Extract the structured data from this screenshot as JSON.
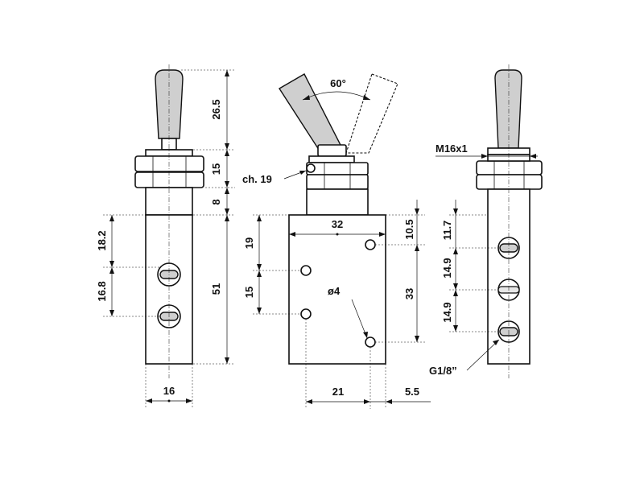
{
  "drawing": {
    "angle_label": "60°",
    "labels": {
      "lever_height": "26.5",
      "nut_height": "15",
      "neck_height": "8",
      "port_top": "18.2",
      "port_pitch_left": "16.8",
      "body_height": "51",
      "width_left": "16",
      "wrench": "ch. 19",
      "width_front": "32",
      "top_offset": "10.5",
      "hole_top": "19",
      "hole_pitch": "15",
      "hole_dia": "ø4",
      "hole_span": "33",
      "bottom_width": "21",
      "bottom_offset": "5.5",
      "thread": "M16x1",
      "port_r1": "11.7",
      "port_r2": "14.9",
      "port_r3": "14.9",
      "port_thread": "G1/8”"
    }
  }
}
